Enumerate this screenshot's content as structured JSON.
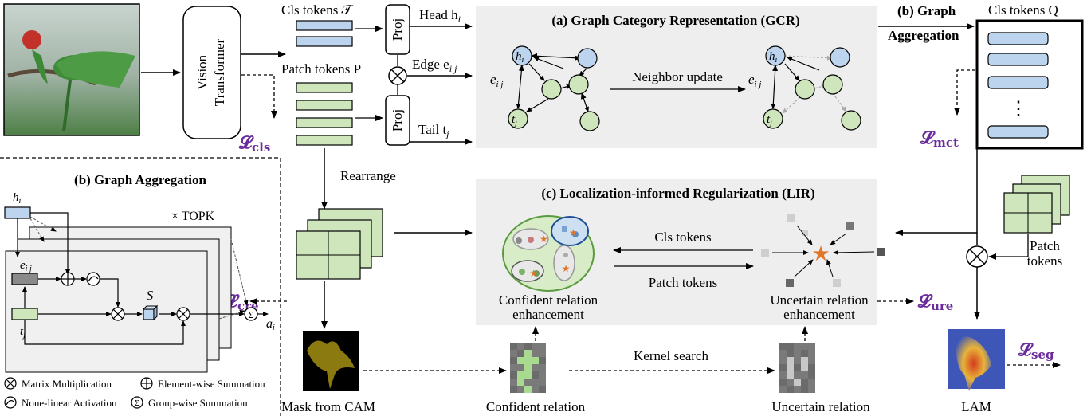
{
  "vit": {
    "line1": "Vision",
    "line2": "Transformer"
  },
  "tokens": {
    "cls": "Cls tokens 𝒯",
    "patch": "Patch tokens P",
    "proj": "Proj"
  },
  "edges": {
    "head": "Head h",
    "head_sub": "i",
    "edge": "Edge e",
    "edge_sub": "i j",
    "tail": "Tail t",
    "tail_sub": "j"
  },
  "gcr": {
    "title": "(a) Graph Category Representation (GCR)",
    "update": "Neighbor update",
    "h": "h",
    "h_sub": "i",
    "t": "t",
    "t_sub": "j",
    "e": "e",
    "e_sub": "i j"
  },
  "agg_top": {
    "line1": "(b) Graph",
    "line2": "Aggregation",
    "cls_q": "Cls tokens Q",
    "dots": "⋮"
  },
  "losses": {
    "L": "𝓛",
    "cls": "cls",
    "mct": "mct",
    "cre": "cre",
    "ure": "ure",
    "seg": "seg"
  },
  "rearrange": "Rearrange",
  "lir": {
    "title": "(c) Localization-informed Regularization (LIR)",
    "cls_tokens": "Cls tokens",
    "patch_tokens": "Patch tokens",
    "confident_1": "Confident relation",
    "confident_2": "enhancement",
    "uncertain_1": "Uncertain relation",
    "uncertain_2": "enhancement"
  },
  "bottom": {
    "mask": "Mask from CAM",
    "confident": "Confident relation",
    "kernel": "Kernel search",
    "uncertain": "Uncertain relation",
    "lam": "LAM"
  },
  "patch_tokens_right": {
    "line1": "Patch",
    "line2": "tokens"
  },
  "agg_panel": {
    "title": "(b) Graph Aggregation",
    "topk": "× TOPK",
    "h": "h",
    "h_sub": "i",
    "e": "e",
    "e_sub": "i j",
    "t": "t",
    "t_sub": "j",
    "s": "S",
    "a": "a",
    "a_sub": "i"
  },
  "legend": {
    "matmul": "Matrix Multiplication",
    "elementwise": "Element-wise Summation",
    "nonlinear": "None-linear Activation",
    "groupwise": "Group-wise Summation"
  }
}
